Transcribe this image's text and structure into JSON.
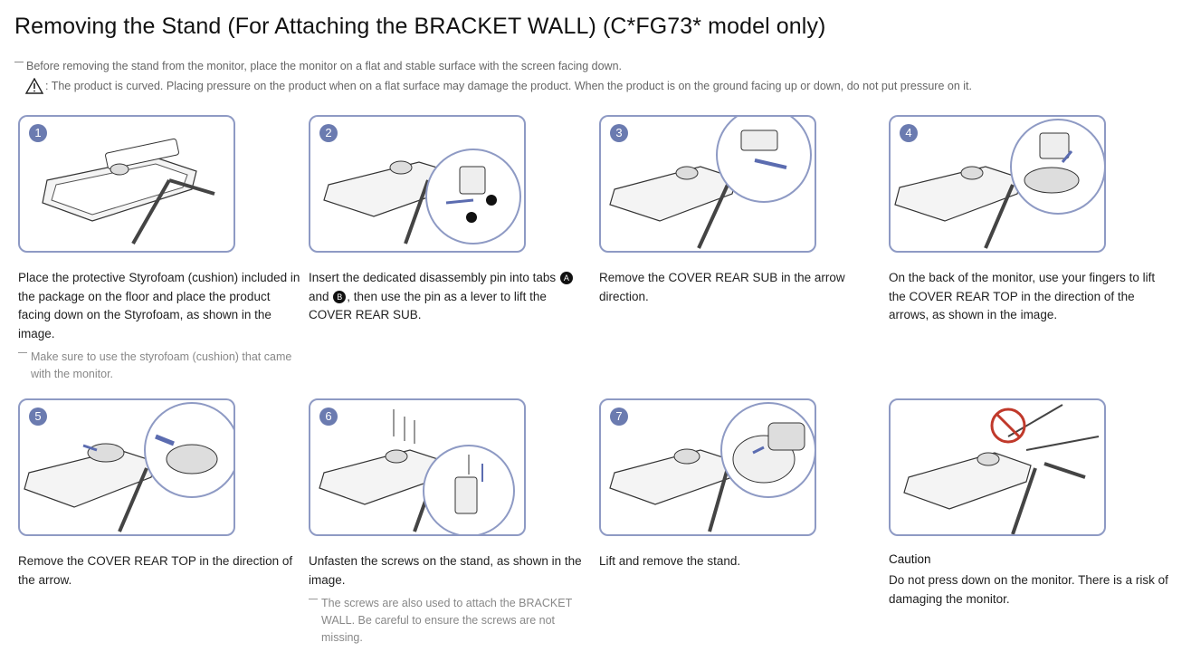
{
  "title": "Removing the Stand (For Attaching the BRACKET WALL) (C*FG73* model only)",
  "note": "Before removing the stand from the monitor, place the monitor on a flat and stable surface with the screen facing down.",
  "warning": ": The product is curved. Placing pressure on the product when on a flat surface may damage the product. When the product is on the ground facing up or down, do not put pressure on it.",
  "steps": [
    {
      "num": "1",
      "text": "Place the protective Styrofoam (cushion) included in the package on the floor and place the product facing down on the Styrofoam, as shown in the image.",
      "sub": "Make sure to use the styrofoam (cushion) that came with the monitor."
    },
    {
      "num": "2",
      "text_a": "Insert the dedicated disassembly pin into tabs ",
      "badge_a": "A",
      "text_b": " and ",
      "badge_b": "B",
      "text_c": ", then use the pin as a lever to lift the COVER REAR SUB."
    },
    {
      "num": "3",
      "text": "Remove the COVER REAR SUB in the arrow direction."
    },
    {
      "num": "4",
      "text": "On the back of the monitor, use your fingers to lift the COVER REAR TOP in the direction of the arrows, as shown in the image."
    },
    {
      "num": "5",
      "text": "Remove the COVER REAR TOP in the direction of the arrow."
    },
    {
      "num": "6",
      "text": "Unfasten the screws on the stand, as shown in the image.",
      "sub": "The screws are also used to attach the BRACKET WALL. Be careful to ensure the screws are not missing."
    },
    {
      "num": "7",
      "text": "Lift and remove the stand."
    },
    {
      "caption_title": "Caution",
      "text": "Do not press down on the monitor. There is a risk of damaging the monitor."
    }
  ],
  "colors": {
    "card_border": "#8e9ac4",
    "badge": "#6b7bb0",
    "arrow": "#5b6cb0",
    "caution": "#c0392b"
  }
}
